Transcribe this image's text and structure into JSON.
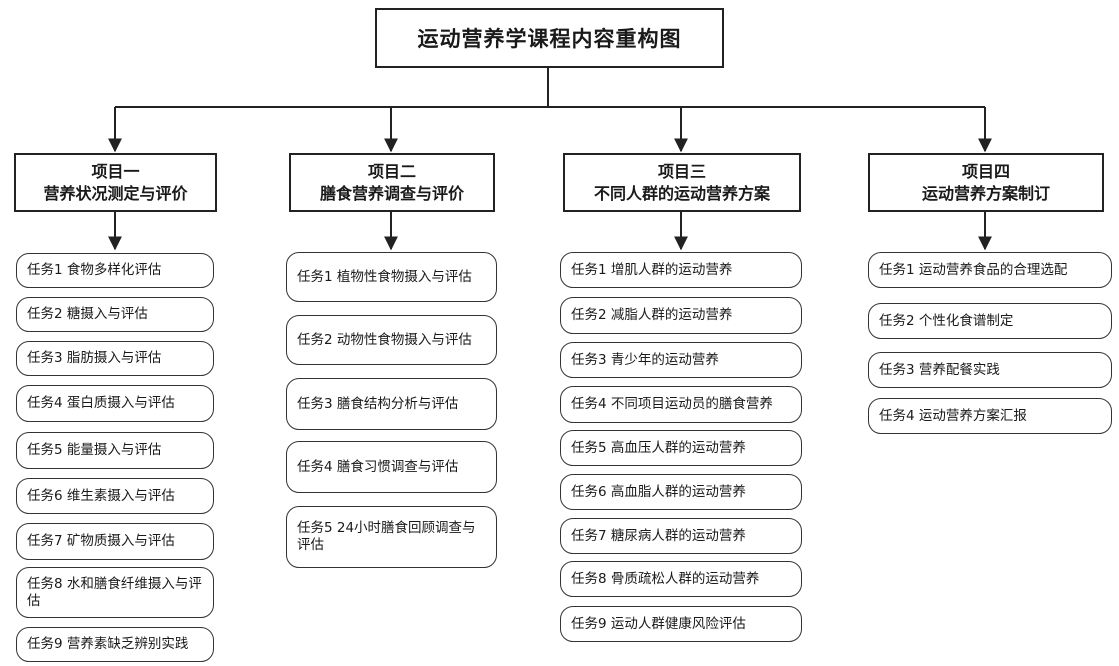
{
  "title": "运动营养学课程内容重构图",
  "modules": [
    {
      "name": "项目一",
      "subtitle": "营养状况测定与评价",
      "tasks": [
        "任务1 食物多样化评估",
        "任务2 糖摄入与评估",
        "任务3 脂肪摄入与评估",
        "任务4 蛋白质摄入与评估",
        "任务5 能量摄入与评估",
        "任务6 维生素摄入与评估",
        "任务7 矿物质摄入与评估",
        "任务8 水和膳食纤维摄入与评估",
        "任务9 营养素缺乏辨别实践"
      ]
    },
    {
      "name": "项目二",
      "subtitle": "膳食营养调查与评价",
      "tasks": [
        "任务1 植物性食物摄入与评估",
        "任务2 动物性食物摄入与评估",
        "任务3 膳食结构分析与评估",
        "任务4 膳食习惯调查与评估",
        "任务5 24小时膳食回顾调查与评估"
      ]
    },
    {
      "name": "项目三",
      "subtitle": "不同人群的运动营养方案",
      "tasks": [
        "任务1 增肌人群的运动营养",
        "任务2 减脂人群的运动营养",
        "任务3 青少年的运动营养",
        "任务4 不同项目运动员的膳食营养",
        "任务5 高血压人群的运动营养",
        "任务6 高血脂人群的运动营养",
        "任务7 糖尿病人群的运动营养",
        "任务8 骨质疏松人群的运动营养",
        "任务9 运动人群健康风险评估"
      ]
    },
    {
      "name": "项目四",
      "subtitle": "运动营养方案制订",
      "tasks": [
        "任务1 运动营养食品的合理选配",
        "任务2 个性化食谱制定",
        "任务3 营养配餐实践",
        "任务4 运动营养方案汇报"
      ]
    }
  ]
}
